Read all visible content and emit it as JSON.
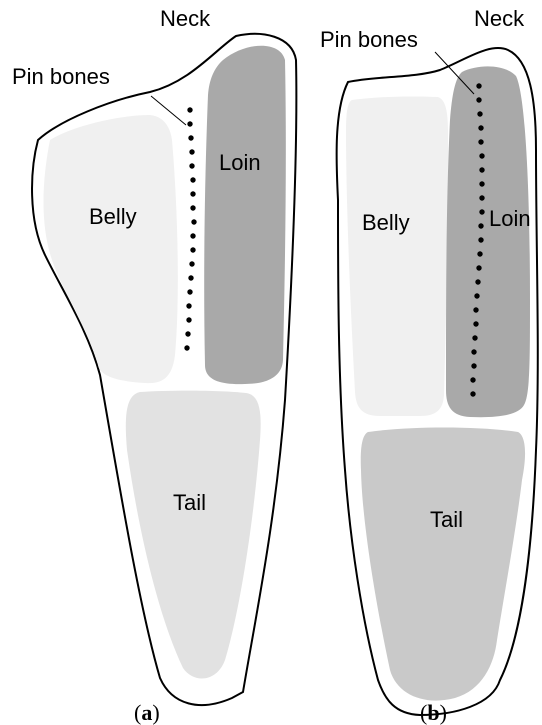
{
  "panels": [
    {
      "caption": {
        "open": "(",
        "letter": "a",
        "close": ")"
      },
      "labels": {
        "neck": "Neck",
        "pin_bones": "Pin bones",
        "loin": "Loin",
        "belly": "Belly",
        "tail": "Tail"
      }
    },
    {
      "caption": {
        "open": "(",
        "letter": "b",
        "close": ")"
      },
      "labels": {
        "neck": "Neck",
        "pin_bones": "Pin bones",
        "loin": "Loin",
        "belly": "Belly",
        "tail": "Tail"
      }
    }
  ],
  "colors": {
    "outline": "#000000",
    "fillet": "#ffffff",
    "belly_a": "#f0f0f0",
    "loin_a": "#a9a9a9",
    "tail_a": "#e2e2e2",
    "belly_b": "#f0f0f0",
    "loin_b": "#a9a9a9",
    "tail_b": "#c9c9c9",
    "pin_bones": "#000000"
  }
}
